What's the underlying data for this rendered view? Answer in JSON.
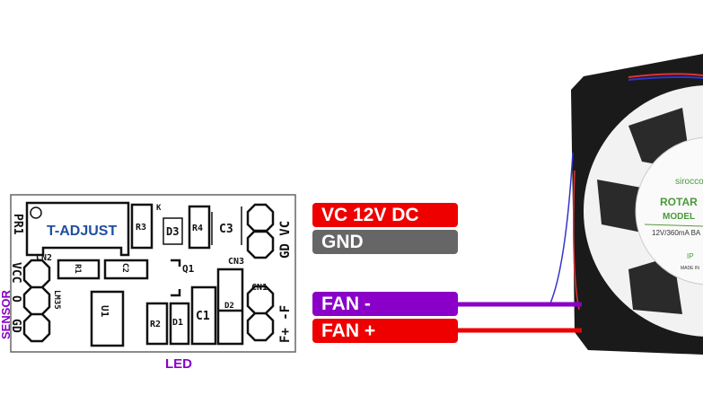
{
  "colors": {
    "red": "#ee0000",
    "gray": "#666666",
    "purple": "#8a00c8",
    "pcb_text": "#1f4fa0",
    "fan_body": "#1a1a1a"
  },
  "pcb": {
    "components": [
      "PR1",
      "T-ADJUST",
      "R3",
      "K",
      "D3",
      "R4",
      "C3",
      "CN2",
      "R1",
      "C2",
      "Q1",
      "CN3",
      "U1",
      "LM35",
      "R2",
      "D1",
      "C1",
      "D2",
      "CN1"
    ],
    "left_pins": [
      "VCC",
      "O",
      "GD"
    ],
    "right_top_pins": "GD VC",
    "right_bottom_pins": "F+ -F",
    "sensor_label": "SENSOR",
    "led_label": "LED"
  },
  "labels": {
    "vcc": "VC 12V DC",
    "gnd": "GND",
    "fan_minus": "FAN -",
    "fan_plus": "FAN +"
  },
  "fan": {
    "brand": "sirocco",
    "line1": "ROTAR",
    "line2": "MODEL",
    "line3": "12V/360mA BA",
    "line4": "IP",
    "line5": "MADE IN"
  }
}
